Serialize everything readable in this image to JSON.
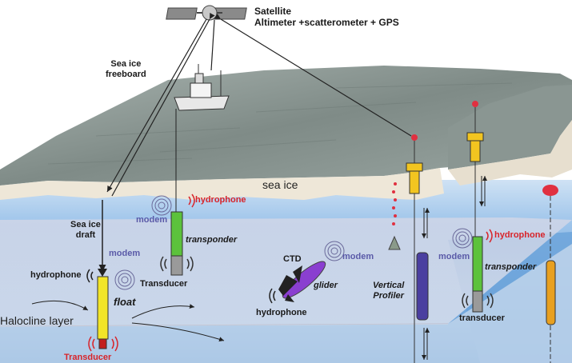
{
  "labels": {
    "satellite": "Satellite",
    "satellite_instruments": "Altimeter +scatterometer + GPS",
    "sea_ice_freeboard": "Sea ice\nfreeboard",
    "sea_ice": "sea ice",
    "sea_ice_draft": "Sea ice\ndraft",
    "modem_transponder": "modem",
    "hydrophone_transponder": "hydrophone",
    "transponder": "transponder",
    "modem_float": "modem",
    "hydrophone_float": "hydrophone",
    "transducer_left": "Transducer",
    "float": "float",
    "halocline_layer": "Halocline layer",
    "transducer_float": "Transducer",
    "ctd": "CTD",
    "modem_glider": "modem",
    "glider": "glider",
    "hydrophone_glider": "hydrophone",
    "vertical_profiler": "Vertical\nProfiler",
    "modem_right": "modem",
    "hydrophone_right": "hydrophone",
    "transponder_right": "transponder",
    "transducer_right": "transducer"
  },
  "colors": {
    "sky": "#ffffff",
    "ocean": "#7fb1e3",
    "ocean_deep": "#5f9bd6",
    "ice_surface": "#8e9a96",
    "ice_underside": "#e9e3d6",
    "label_red": "#d8242a",
    "label_blue": "#5a5aa8",
    "float_yellow": "#f2e528",
    "transponder_green": "#5cc23c",
    "profiler_purple": "#4a3fa0",
    "glider_purple": "#8a3fd0",
    "buoy_yellow": "#f2c520",
    "right_float_orange": "#e8a020",
    "marker_red": "#e03040"
  }
}
